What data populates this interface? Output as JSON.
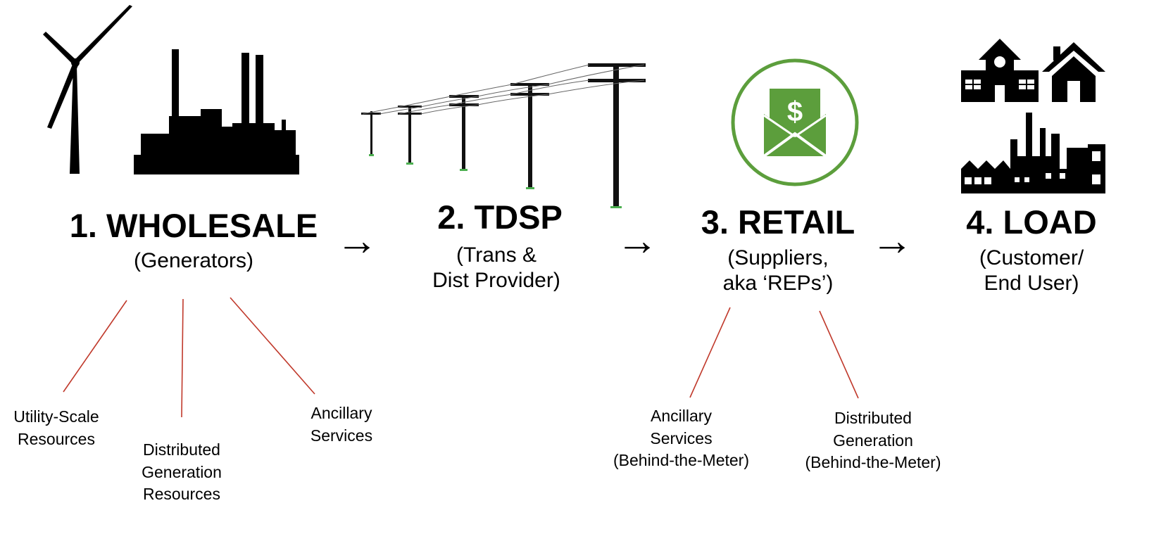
{
  "stages": [
    {
      "title": "1. WHOLESALE",
      "subtitle": [
        "(Generators)"
      ]
    },
    {
      "title": "2. TDSP",
      "subtitle": [
        "(Trans &",
        "Dist Provider)"
      ]
    },
    {
      "title": "3. RETAIL",
      "subtitle": [
        "(Suppliers,",
        "aka ‘REPs’)"
      ]
    },
    {
      "title": "4. LOAD",
      "subtitle": [
        "(Customer/",
        "End User)"
      ]
    }
  ],
  "arrow_glyph": "→",
  "wholesale_children": [
    [
      "Utility-Scale",
      "Resources"
    ],
    [
      "Distributed",
      "Generation",
      "Resources"
    ],
    [
      "Ancillary",
      "Services"
    ]
  ],
  "retail_children": [
    [
      "Ancillary",
      "Services",
      "(Behind-the-Meter)"
    ],
    [
      "Distributed",
      "Generation",
      "(Behind-the-Meter)"
    ]
  ],
  "bill_icon_symbol": "$",
  "colors": {
    "connector": "#c0392b",
    "retail_accent": "#5c9e3c",
    "pole": "#111111"
  },
  "icons": [
    "wind-turbine-icon",
    "power-plant-icon",
    "power-lines-icon",
    "bill-envelope-icon",
    "school-icon",
    "house-icon",
    "factory-icon"
  ]
}
